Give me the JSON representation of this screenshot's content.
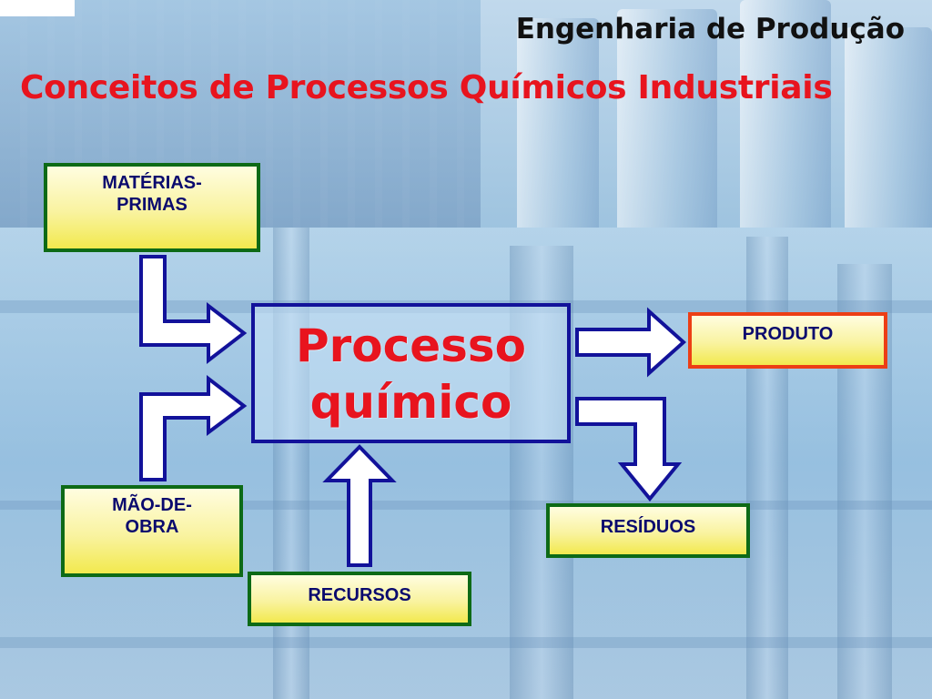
{
  "header": {
    "course": "Engenharia de Produção",
    "title": "Conceitos de Processos Químicos Industriais"
  },
  "diagram": {
    "process": {
      "line1": "Processo",
      "line2": "químico"
    },
    "inputs": {
      "materias_primas": {
        "line1": "MATÉRIAS-",
        "line2": "PRIMAS"
      },
      "mao_de_obra": {
        "line1": "MÃO-DE-",
        "line2": "OBRA"
      },
      "recursos": "RECURSOS"
    },
    "outputs": {
      "produto": "PRODUTO",
      "residuos": "RESÍDUOS"
    }
  },
  "colors": {
    "title_red": "#e8141e",
    "box_border_green": "#0d6a16",
    "produto_border_orange": "#ec3e15",
    "arrow_blue": "#12129a",
    "text_navy": "#0a0a6e"
  }
}
